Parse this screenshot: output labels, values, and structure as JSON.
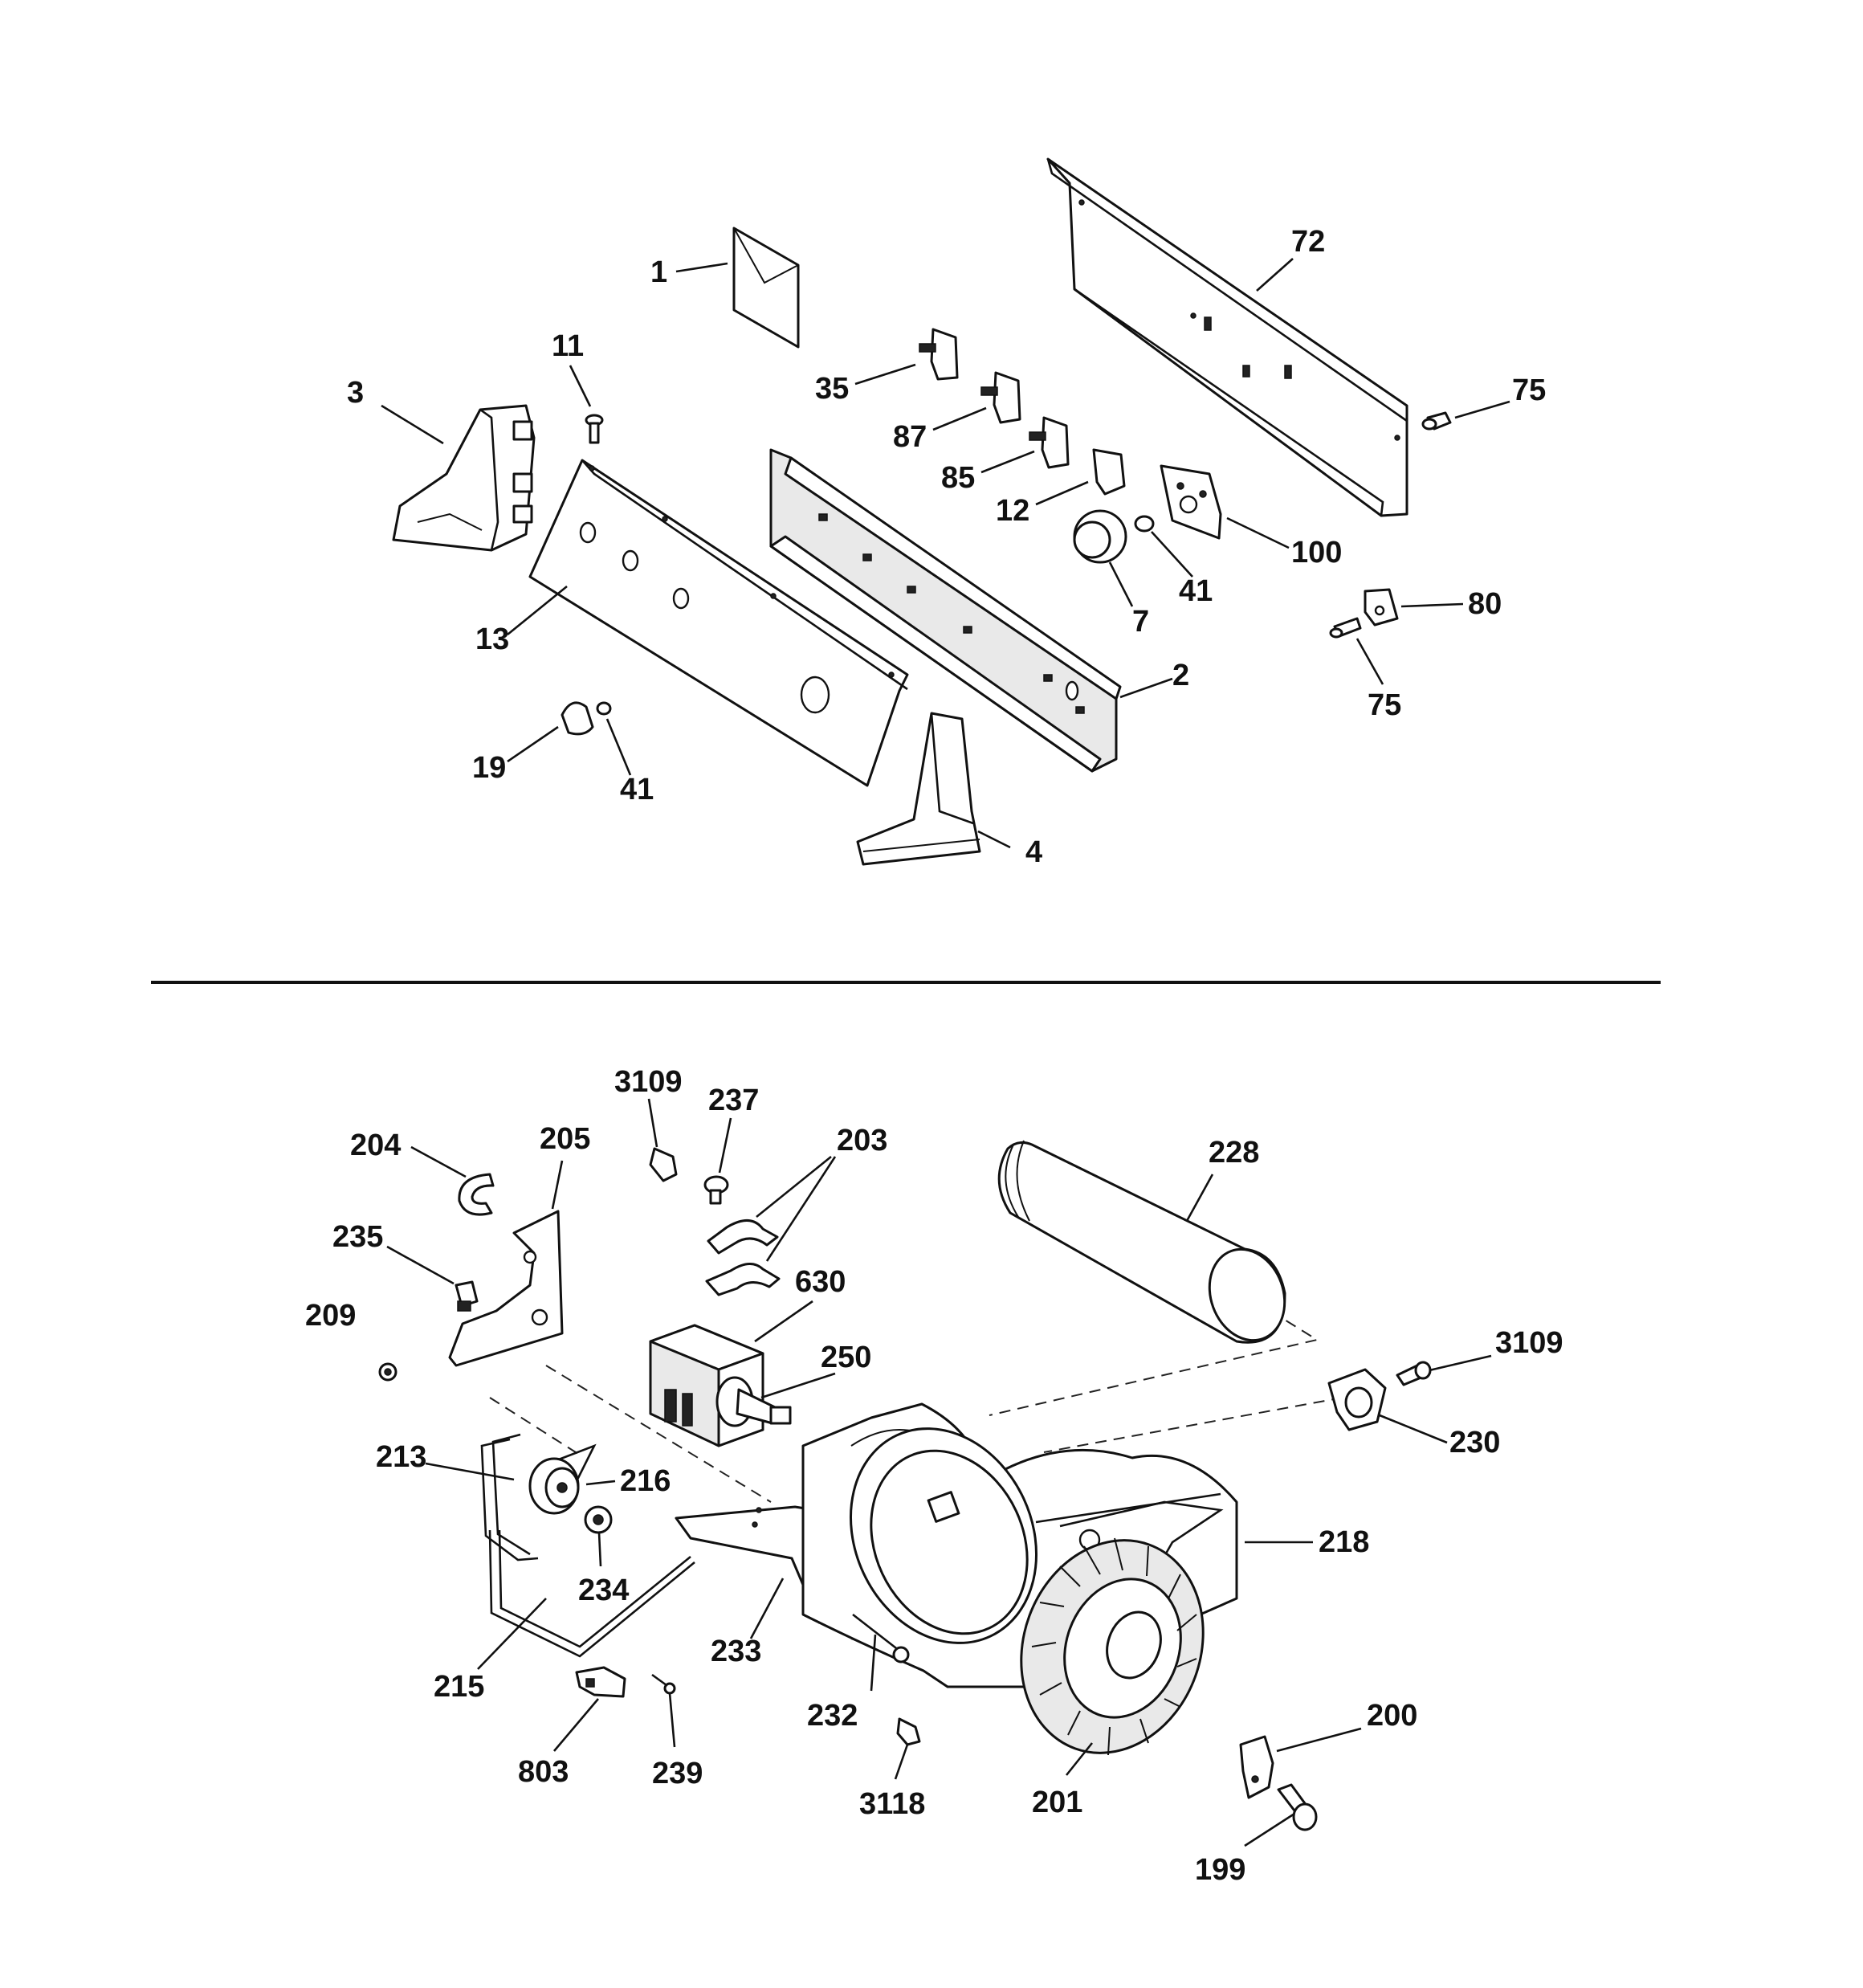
{
  "upper_assembly": {
    "callouts": [
      "1",
      "72",
      "11",
      "3",
      "35",
      "75",
      "87",
      "85",
      "12",
      "100",
      "13",
      "7",
      "41",
      "80",
      "2",
      "75",
      "19",
      "41",
      "4"
    ]
  },
  "lower_assembly": {
    "callouts": [
      "3109",
      "237",
      "203",
      "204",
      "205",
      "228",
      "235",
      "630",
      "209",
      "250",
      "3109",
      "230",
      "213",
      "216",
      "218",
      "234",
      "233",
      "215",
      "232",
      "200",
      "803",
      "239",
      "3118",
      "201",
      "199"
    ]
  }
}
